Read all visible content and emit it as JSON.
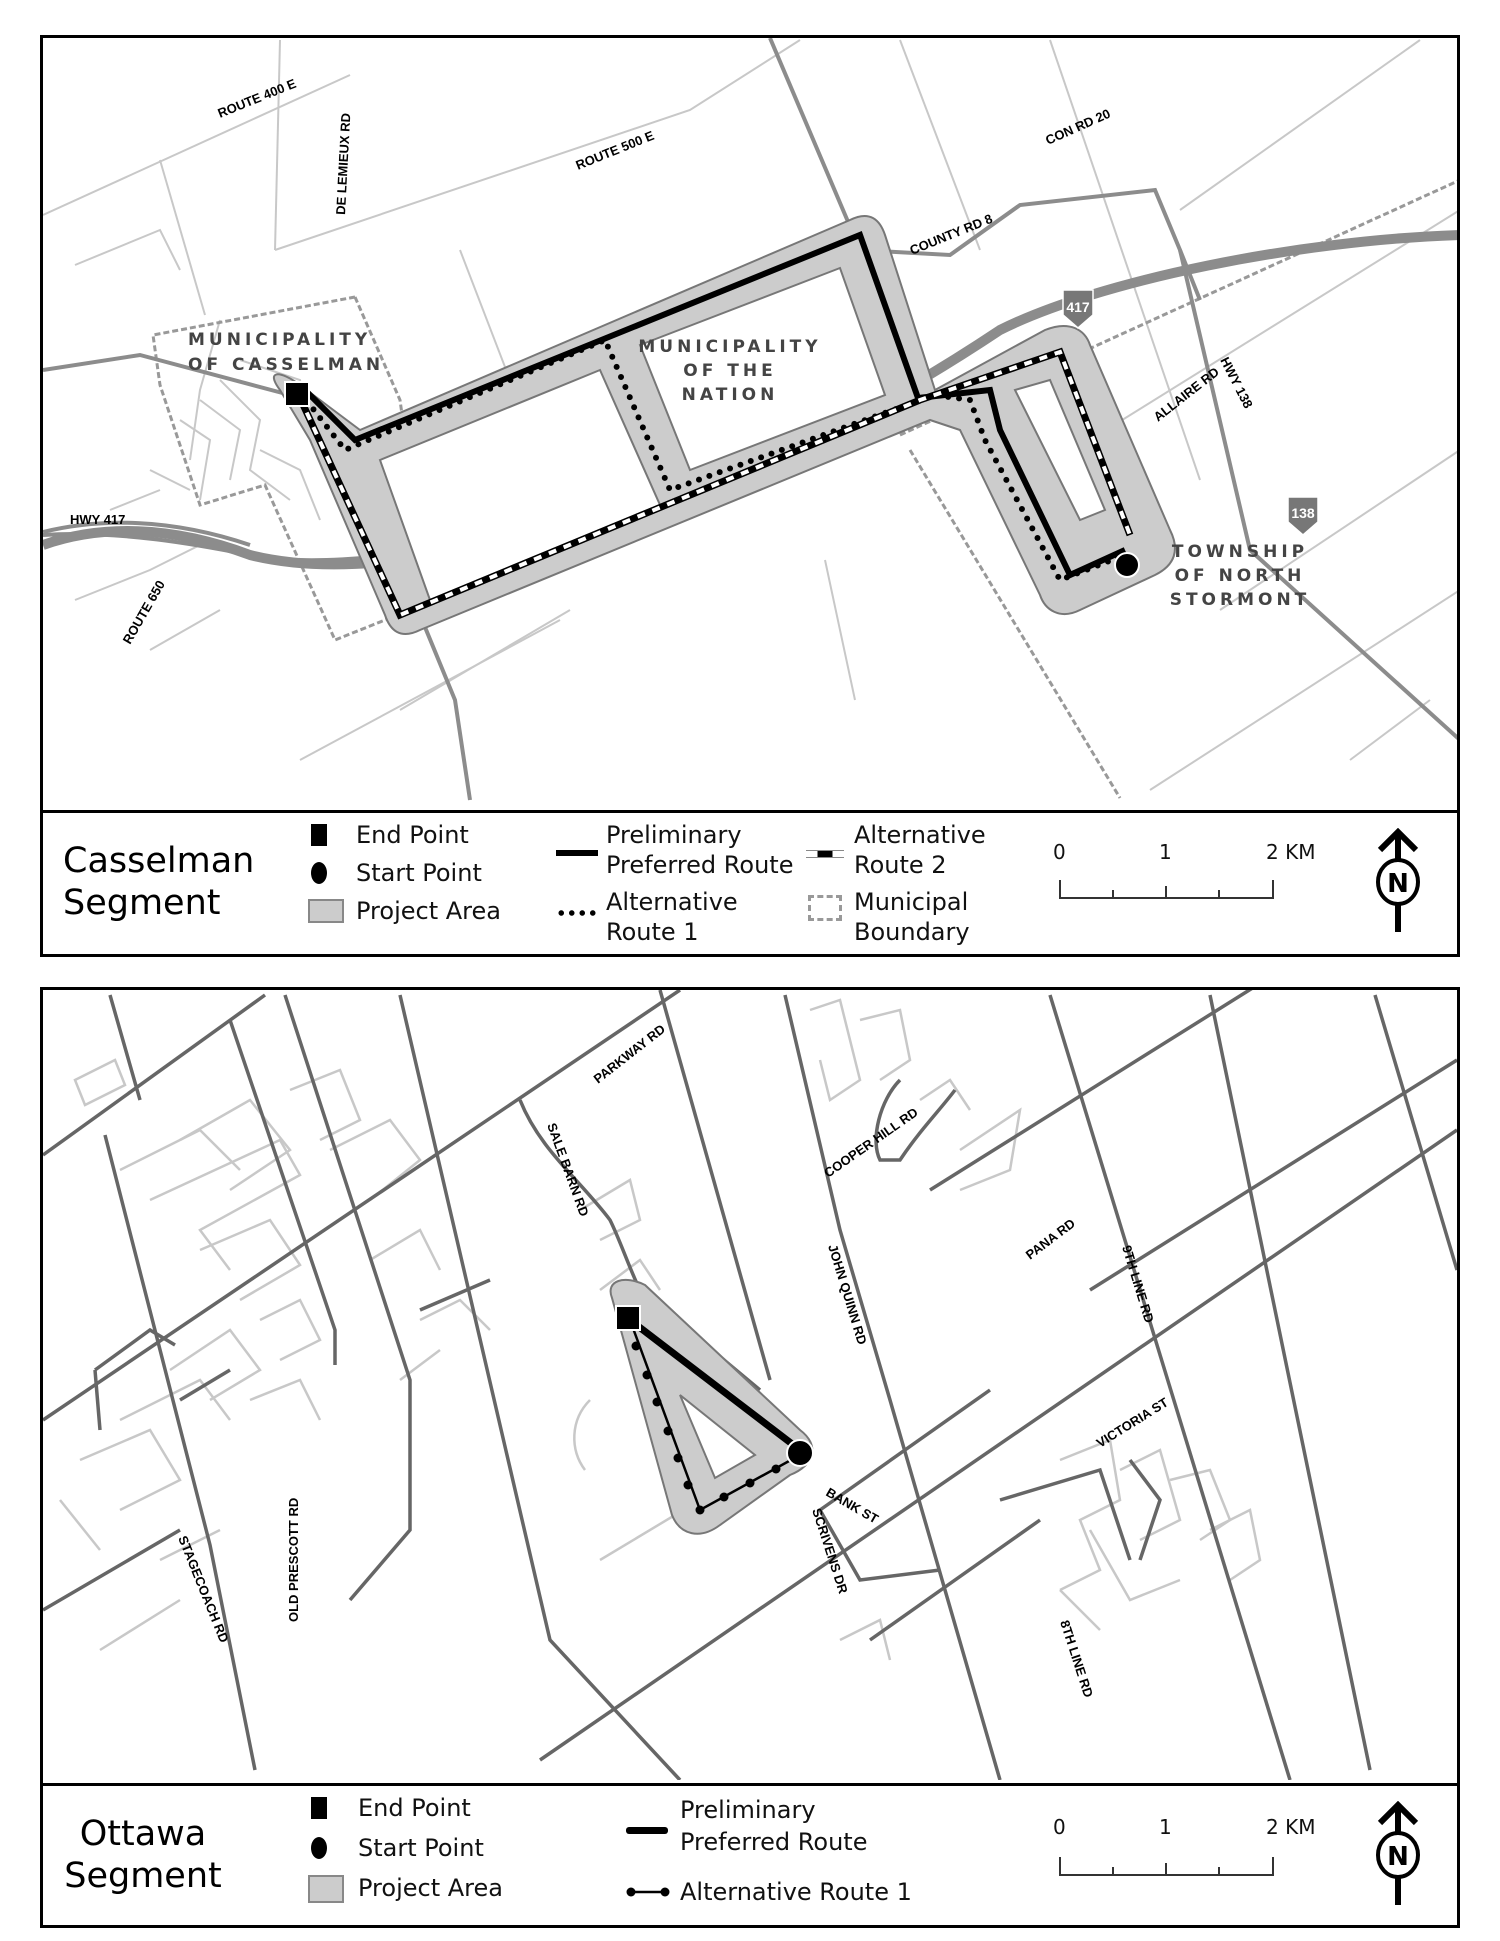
{
  "casselman": {
    "title_line1": "Casselman",
    "title_line2": "Segment",
    "municipalities": [
      {
        "line1": "MUNICIPALITY",
        "line2": "OF CASSELMAN"
      },
      {
        "line1": "MUNICIPALITY",
        "line2": "OF THE",
        "line3": "NATION"
      },
      {
        "line1": "TOWNSHIP",
        "line2": "OF NORTH",
        "line3": "STORMONT"
      }
    ],
    "roads": {
      "route400": "ROUTE 400 E",
      "delemieux": "DE LEMIEUX RD",
      "route500": "ROUTE 500 E",
      "conrd20": "CON RD 20",
      "countyrd8": "COUNTY RD 8",
      "hwy138": "HWY 138",
      "allaire": "ALLAIRE RD",
      "hwy417": "HWY 417",
      "route650": "ROUTE 650"
    },
    "shields": {
      "s417": "417",
      "s138": "138"
    },
    "legend": {
      "end_point": "End Point",
      "start_point": "Start Point",
      "project_area": "Project Area",
      "preferred_line1": "Preliminary",
      "preferred_line2": "Preferred Route",
      "alt1_line1": "Alternative",
      "alt1_line2": "Route 1",
      "alt2_line1": "Alternative",
      "alt2_line2": "Route 2",
      "boundary_line1": "Municipal",
      "boundary_line2": "Boundary"
    },
    "scale": {
      "t0": "0",
      "t1": "1",
      "t2": "2 KM"
    },
    "north": "N"
  },
  "ottawa": {
    "title_line1": "Ottawa",
    "title_line2": "Segment",
    "roads": {
      "parkway": "PARKWAY RD",
      "salebarn": "SALE BARN RD",
      "cooperhill": "COOPER HILL RD",
      "johnquinn": "JOHN QUINN RD",
      "pana": "PANA RD",
      "ninthline": "9TH LINE RD",
      "victoria": "VICTORIA ST",
      "bank": "BANK ST",
      "scrivens": "SCRIVENS DR",
      "eighthline": "8TH LINE RD",
      "stagecoach": "STAGECOACH RD",
      "oldprescott": "OLD PRESCOTT RD"
    },
    "legend": {
      "end_point": "End Point",
      "start_point": "Start Point",
      "project_area": "Project Area",
      "preferred_line1": "Preliminary",
      "preferred_line2": "Preferred Route",
      "alt1": "Alternative Route 1"
    },
    "scale": {
      "t0": "0",
      "t1": "1",
      "t2": "2 KM"
    },
    "north": "N"
  },
  "colors": {
    "project_area": "#cccccc",
    "project_edge": "#777777",
    "major_road": "#8c8c8c",
    "minor_road": "#c8c8c8",
    "route": "#000000"
  }
}
